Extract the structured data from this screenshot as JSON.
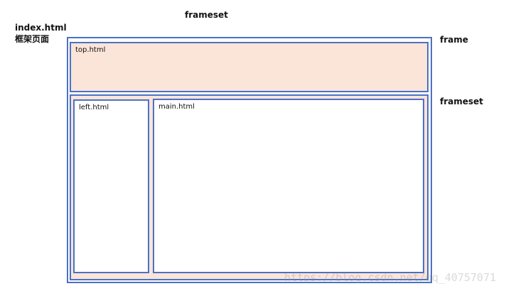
{
  "labels": {
    "frameset_top": "frameset",
    "index_file": "index.html",
    "index_desc": "框架页面",
    "frame": "frame",
    "frameset_right": "frameset"
  },
  "boxes": {
    "top": "top.html",
    "left": "left.html",
    "main": "main.html"
  },
  "watermark": "https://blog.csdn.net/qq_40757071",
  "colors": {
    "border": "#4a72c4",
    "fill": "#fbe4d8"
  }
}
